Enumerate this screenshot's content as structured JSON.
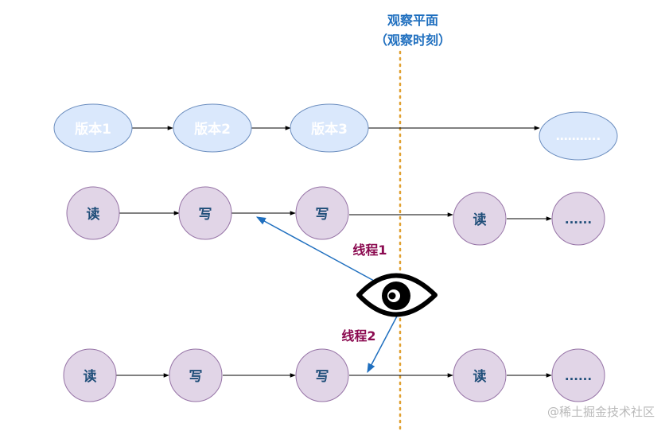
{
  "observation_plane": {
    "title": "观察平面",
    "subtitle": "（观察时刻）"
  },
  "version_row": {
    "nodes": [
      "版本1",
      "版本2",
      "版本3",
      "……….."
    ]
  },
  "thread1_row": {
    "label": "线程1",
    "nodes": [
      "读",
      "写",
      "写",
      "读",
      "......"
    ]
  },
  "thread2_row": {
    "label": "线程2",
    "nodes": [
      "读",
      "写",
      "写",
      "读",
      "......"
    ]
  },
  "watermark": "@稀土掘金技术社区",
  "colors": {
    "version_fill": "#dae8fc",
    "version_stroke": "#6c8ebf",
    "op_fill": "#e1d5e7",
    "op_stroke": "#9673a6",
    "op_text": "#1f4e79",
    "thread_label": "#8b0a50",
    "title": "#1f6fbf",
    "dotted_line": "#e0a030",
    "blue_arrow": "#1f6fbf",
    "black": "#000000"
  },
  "icons": {
    "eye": "eye-icon"
  }
}
